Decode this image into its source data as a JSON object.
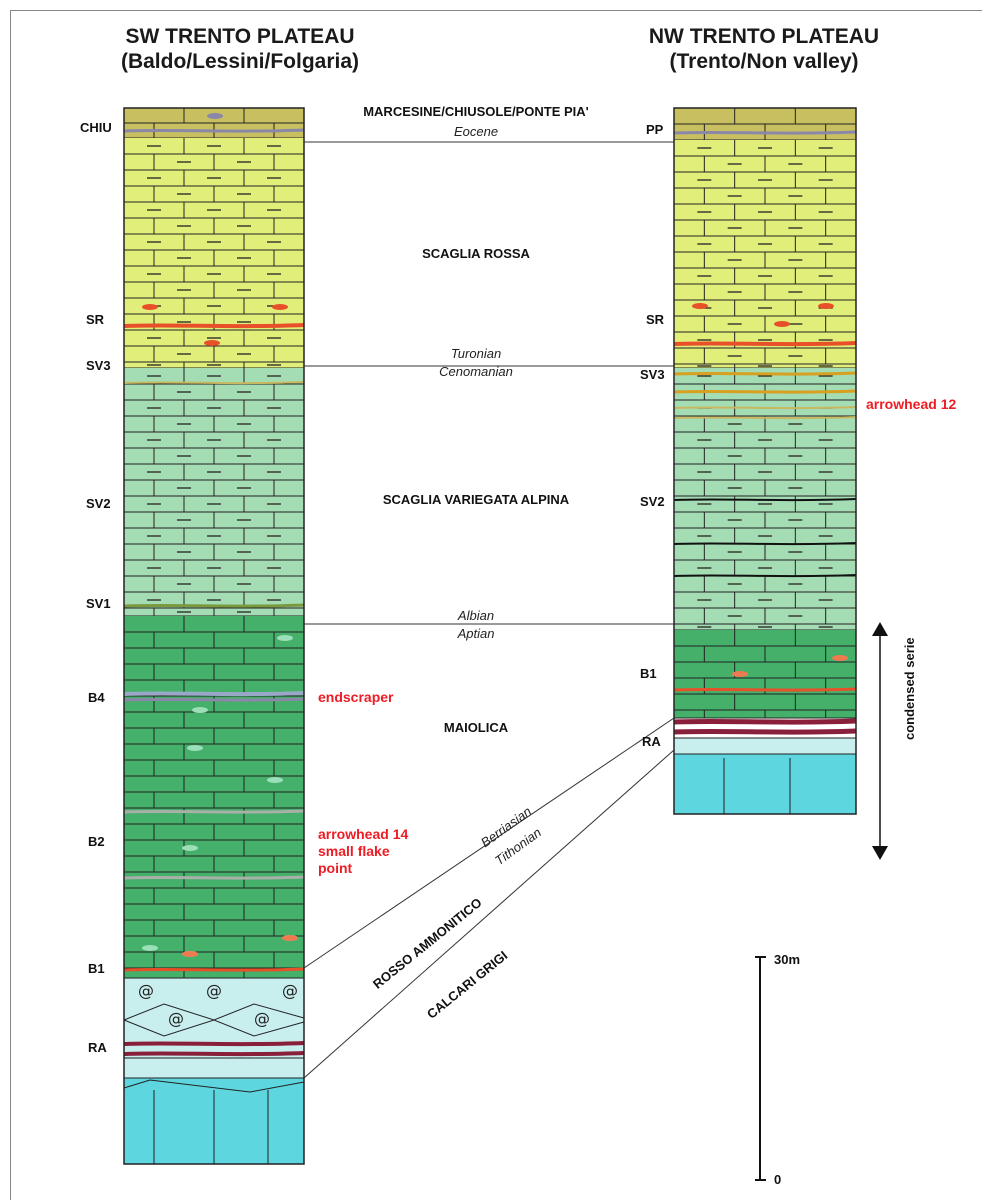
{
  "columns": {
    "left": {
      "title_line1": "SW TRENTO PLATEAU",
      "title_line2": "(Baldo/Lessini/Folgaria)"
    },
    "right": {
      "title_line1": "NW TRENTO PLATEAU",
      "title_line2": "(Trento/Non valley)"
    }
  },
  "left_labels": [
    "CHIU",
    "SR",
    "SV3",
    "SV2",
    "SV1",
    "B4",
    "B2",
    "B1",
    "RA"
  ],
  "right_labels": [
    "PP",
    "SR",
    "SV3",
    "SV2",
    "B1",
    "RA"
  ],
  "formations": {
    "marcesine": "MARCESINE/CHIUSOLE/PONTE PIA'",
    "scaglia_rossa": "SCAGLIA ROSSA",
    "scaglia_variegata": "SCAGLIA VARIEGATA ALPINA",
    "maiolica": "MAIOLICA",
    "rosso_ammonitico": "ROSSO AMMONITICO",
    "calcari_grigi": "CALCARI GRIGI"
  },
  "ages": {
    "eocene": "Eocene",
    "turonian": "Turonian",
    "cenomanian": "Cenomanian",
    "albian": "Albian",
    "aptian": "Aptian",
    "berriasian": "Berriasian",
    "tithonian": "Tithonian"
  },
  "finds": {
    "endscraper": "endscraper",
    "arrowhead14_line1": "arrowhead 14",
    "arrowhead14_line2": "small flake",
    "arrowhead14_line3": "point",
    "arrowhead12": "arrowhead 12"
  },
  "condensed": "condensed serie",
  "scale": {
    "top_label": "30m",
    "bottom_label": "0"
  },
  "colors": {
    "marcesine": "#c8c060",
    "scaglia_rossa": "#e2ee7a",
    "scaglia_variegata": "#a4dcb4",
    "maiolica": "#44b06a",
    "rosso_ammonitico": "#c8eeee",
    "calcari_grigi": "#5ed6df",
    "red_band": "#e8502a",
    "maroon_band": "#8a1f3c",
    "find_text": "#ee1c24"
  }
}
